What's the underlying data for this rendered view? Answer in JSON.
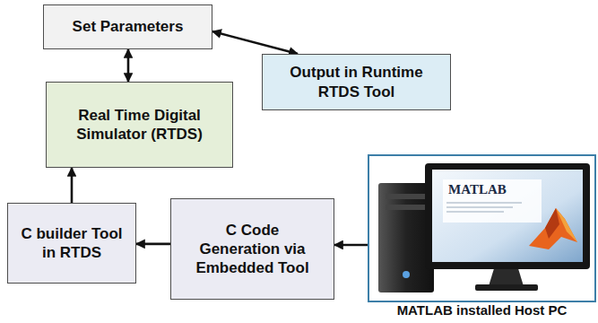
{
  "diagram": {
    "nodes": [
      {
        "text": [
          "Set Parameters"
        ]
      },
      {
        "text": [
          "Output in Runtime RTDS Tool"
        ]
      },
      {
        "text": [
          "Real Time Digital Simulator (RTDS)"
        ]
      },
      {
        "text": [
          "C builder Tool in RTDS"
        ]
      },
      {
        "text": [
          "C Code Generation via Embedded Tool"
        ]
      },
      {
        "text": [
          "MATLAB installed Host PC"
        ]
      }
    ],
    "edges": [
      {
        "from": 0,
        "to": 2,
        "arrow": "both"
      },
      {
        "from": 0,
        "to": 1,
        "arrow": "both"
      },
      {
        "from": 3,
        "to": 2,
        "arrow": "to"
      },
      {
        "from": 4,
        "to": 3,
        "arrow": "to"
      },
      {
        "from": 5,
        "to": 4,
        "arrow": "to"
      }
    ],
    "labels": [
      "MATLAB"
    ]
  }
}
